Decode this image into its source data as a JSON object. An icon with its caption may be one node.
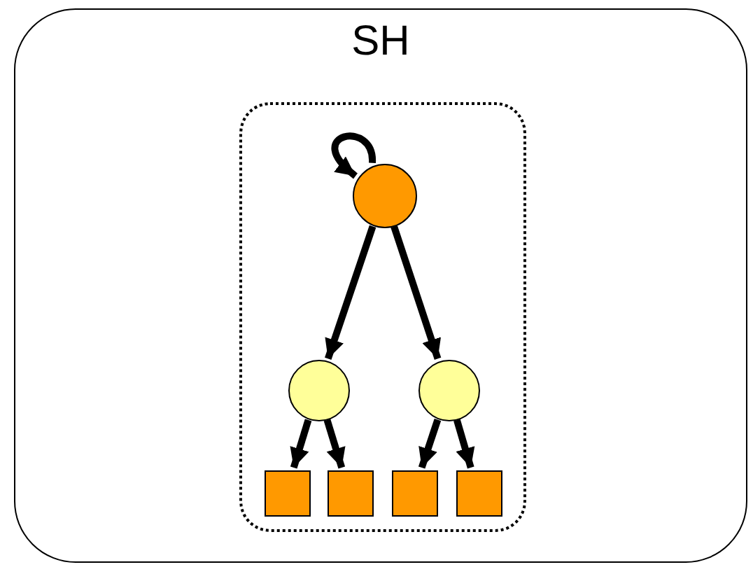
{
  "diagram": {
    "nodes": [
      {
        "text": [
          "SH"
        ]
      },
      {
        "text": [],
        "shape": "box",
        "in": 0
      },
      {
        "text": [],
        "shape": "circle",
        "in": 1
      },
      {
        "text": [],
        "shape": "circle",
        "in": 1
      },
      {
        "text": [],
        "shape": "circle",
        "in": 1
      },
      {
        "text": [],
        "shape": "box",
        "in": 1
      },
      {
        "text": [],
        "shape": "box",
        "in": 1
      },
      {
        "text": [],
        "shape": "box",
        "in": 1
      },
      {
        "text": [],
        "shape": "box",
        "in": 1
      }
    ],
    "edges": [
      {
        "from": 2,
        "to": 2,
        "arrow": "to"
      },
      {
        "from": 2,
        "to": 3,
        "arrow": "to"
      },
      {
        "from": 2,
        "to": 4,
        "arrow": "to"
      },
      {
        "from": 3,
        "to": 5,
        "arrow": "to"
      },
      {
        "from": 3,
        "to": 6,
        "arrow": "to"
      },
      {
        "from": 4,
        "to": 7,
        "arrow": "to"
      },
      {
        "from": 4,
        "to": 8,
        "arrow": "to"
      }
    ]
  }
}
